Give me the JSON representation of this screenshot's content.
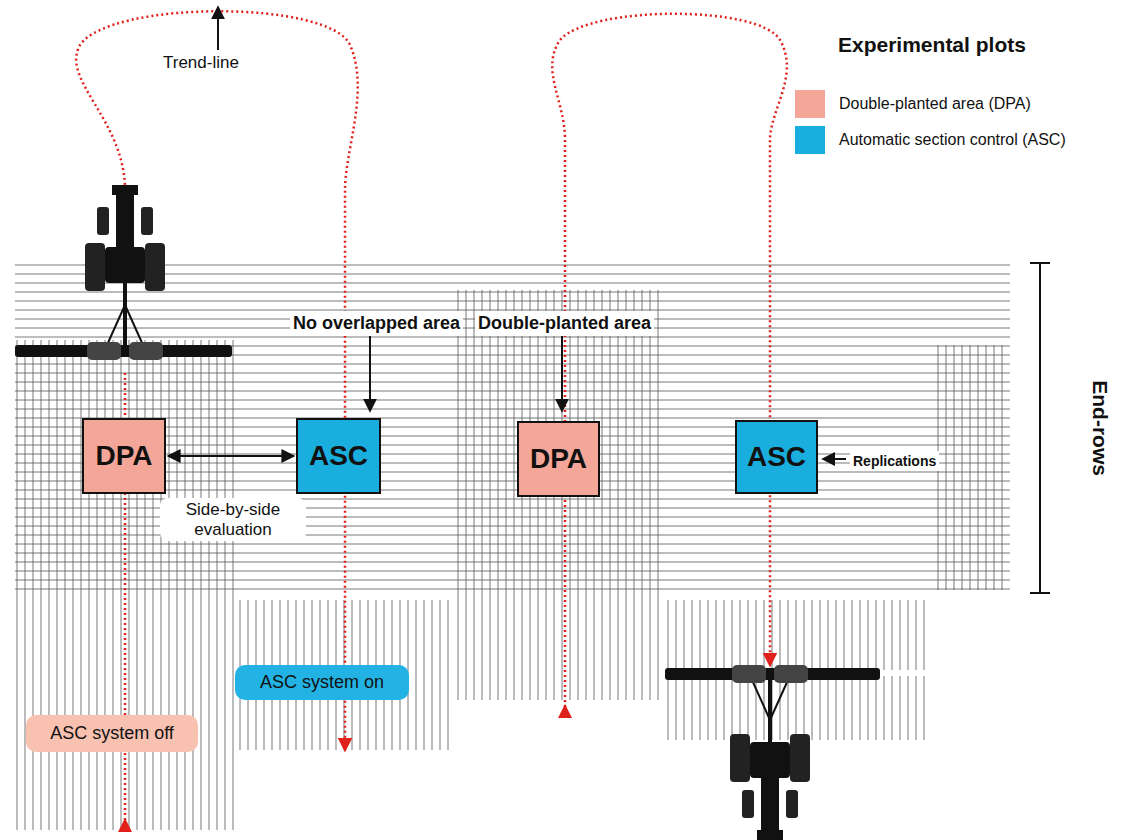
{
  "diagram": {
    "title": "Experimental plots",
    "nodes": [
      {
        "text": [
          "DPA"
        ]
      },
      {
        "text": [
          "ASC"
        ]
      },
      {
        "text": [
          "DPA"
        ]
      },
      {
        "text": [
          "ASC"
        ]
      },
      {
        "text": [
          "ASC system on"
        ]
      },
      {
        "text": [
          "ASC system off"
        ]
      }
    ],
    "edges": [
      {
        "from": 0,
        "to": 1,
        "arrow": "both"
      }
    ],
    "labels": [
      "Trend-line",
      "No overlapped area",
      "Double-planted area",
      "Replications",
      "Side-by-side evaluation",
      "End-rows"
    ],
    "legend": [
      {
        "text": "Double-planted area (DPA)",
        "color": "#f4a698"
      },
      {
        "text": "Automatic section control (ASC)",
        "color": "#1aaedf"
      }
    ]
  }
}
